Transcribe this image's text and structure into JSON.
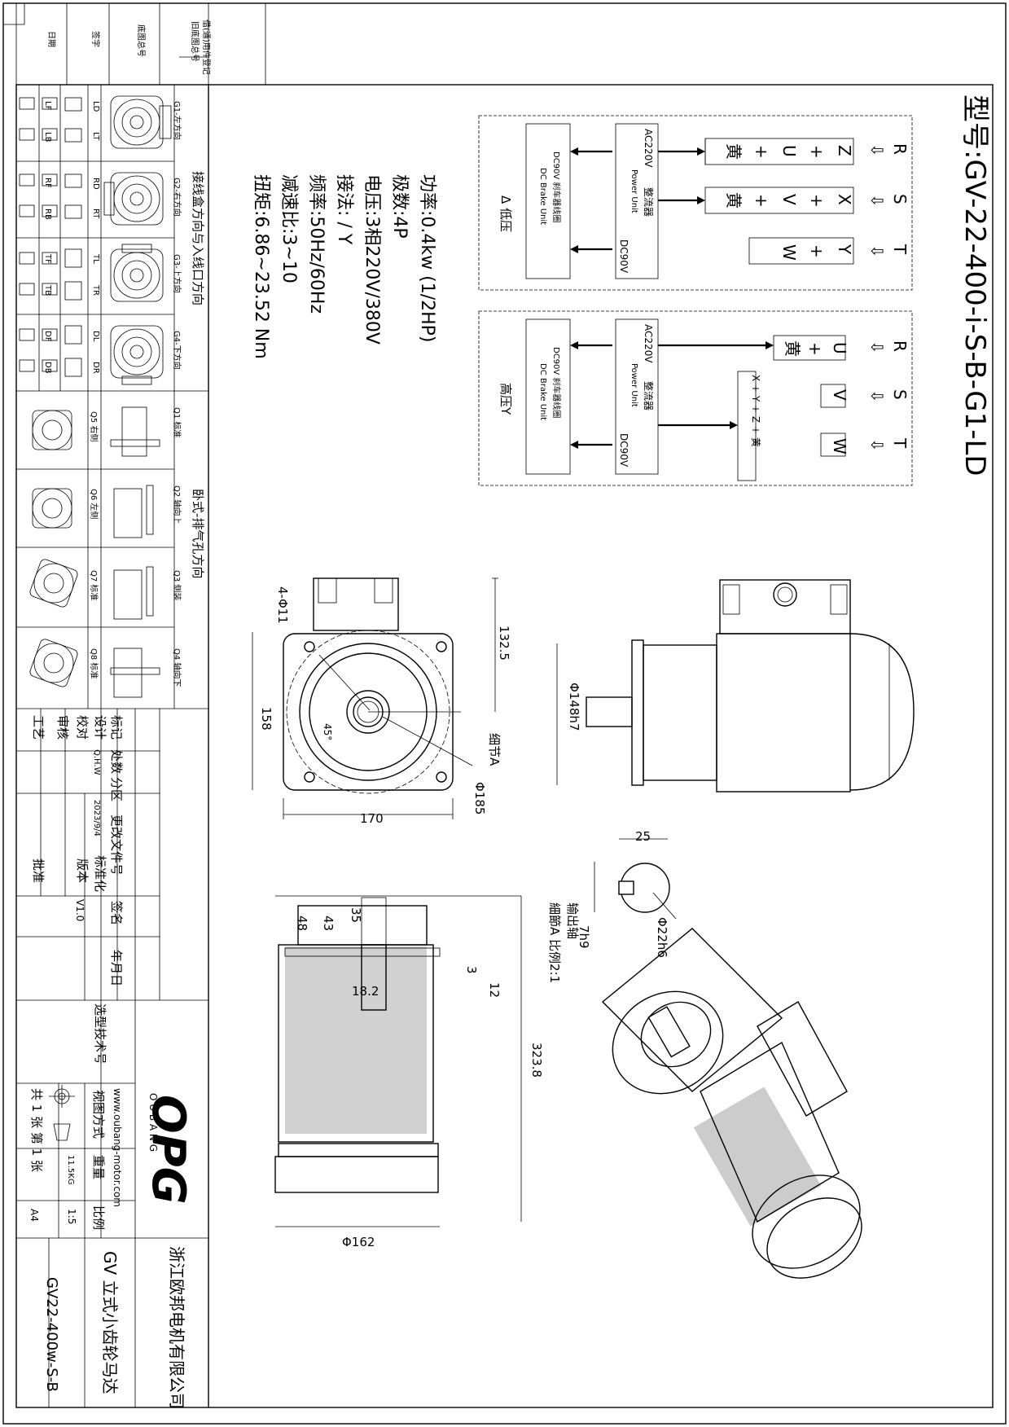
{
  "model": "型号:GV-22-400-i-S-B-G1-LD",
  "specs": {
    "power": "功率:0.4kw (1/2HP)",
    "poles": "极数:4P",
    "voltage": "电压:3相220V/380V",
    "connection": "接法:  / Y",
    "frequency": "频率:50Hz/60Hz",
    "ratio": "减速比:3~10",
    "torque": "扭矩:6.86~23.52 Nm"
  },
  "wiring_low": {
    "caption": "Δ 低压",
    "phases": [
      "R",
      "S",
      "T"
    ],
    "arrow": "⇩",
    "row1": [
      "Z",
      "+",
      "U",
      "+",
      "黄"
    ],
    "row2": [
      "X",
      "+",
      "V",
      "+",
      "黄"
    ],
    "row3": [
      "Y",
      "+",
      "W"
    ],
    "rectifier": [
      "AC220V",
      "整流器",
      "Power Unit",
      "DC90V"
    ],
    "brake": [
      "DC90V 刹车器线圈",
      "DC Brake Unit"
    ]
  },
  "wiring_high": {
    "caption": "高压Y",
    "phases": [
      "R",
      "S",
      "T"
    ],
    "arrow": "⇩",
    "row1": [
      "U",
      "+",
      "黄"
    ],
    "row2": [
      "V"
    ],
    "row3": [
      "W"
    ],
    "star": "X + Y + Z + 黄",
    "rectifier": [
      "AC220V",
      "整流器",
      "Power Unit",
      "DC90V"
    ],
    "brake": [
      "DC90V 刹车器线圈",
      "DC Brake Unit"
    ]
  },
  "dimensions": {
    "d1325": "132.5",
    "d4phi11": "4-Φ11",
    "d158": "158",
    "d45": "45°",
    "detailA": "细节A",
    "d185": "Φ185",
    "d170": "170",
    "d148": "Φ148h7",
    "d25": "25",
    "d22": "Φ22h6",
    "d7": "7h9",
    "shaft": "输出轴",
    "detailScale": "細節A 比例2:1",
    "d48": "48",
    "d43": "43",
    "d35": "35",
    "d3": "3",
    "d12": "12",
    "d182": "18.2",
    "d3238": "323.8",
    "d162": "Φ162"
  },
  "mounting": {
    "heading1": "接线盒方向与入线口方向",
    "heading2": "卧式-排气孔方向",
    "g_labels": [
      "G1-左方向",
      "G2-右方向",
      "G3-上方向",
      "G4-下方向"
    ],
    "q_labels": [
      "Q1 标准",
      "Q2 轴向上",
      "Q3 侧装",
      "Q4 轴向下"
    ],
    "q2_labels": [
      "Q5 右侧",
      "Q6 左侧",
      "Q7 标准",
      "Q8 标准"
    ],
    "codes": [
      [
        "LD",
        "LT",
        "LF",
        "LB"
      ],
      [
        "RD",
        "RT",
        "RF",
        "RB"
      ],
      [
        "TL",
        "TR",
        "TF",
        "TB"
      ],
      [
        "DL",
        "DR",
        "DF",
        "DB"
      ]
    ]
  },
  "header_strip": [
    "旧底图总号",
    "底图总号",
    "签字",
    "日期",
    "借(通)用件登记"
  ],
  "title_block": {
    "rows1": [
      "标记",
      "处数",
      "分区",
      "更改文件号",
      "签名",
      "年月日"
    ],
    "design": "设计",
    "designer": "Q.H.W",
    "date": "2023/9/4",
    "standard": "标准化",
    "check": "校对",
    "version_label": "版本",
    "version": "V1.0",
    "review": "审核",
    "process": "工艺",
    "approve": "批准",
    "selection": "选型技术号",
    "brand": "OPG",
    "brand_sub": "O U B A N G",
    "website": "www.oubang-motor.com",
    "view_label": "视图方式",
    "weight_label": "重量",
    "weight": "11.5KG",
    "scale_label": "比例",
    "scale": "1:5",
    "sheets": "共 1 张 第 1 张",
    "paper": "A4",
    "company": "浙江欧邦电机有限公司",
    "product": "GV 立式小齿轮马达",
    "drawing_no": "GV22-400w-S-B"
  }
}
